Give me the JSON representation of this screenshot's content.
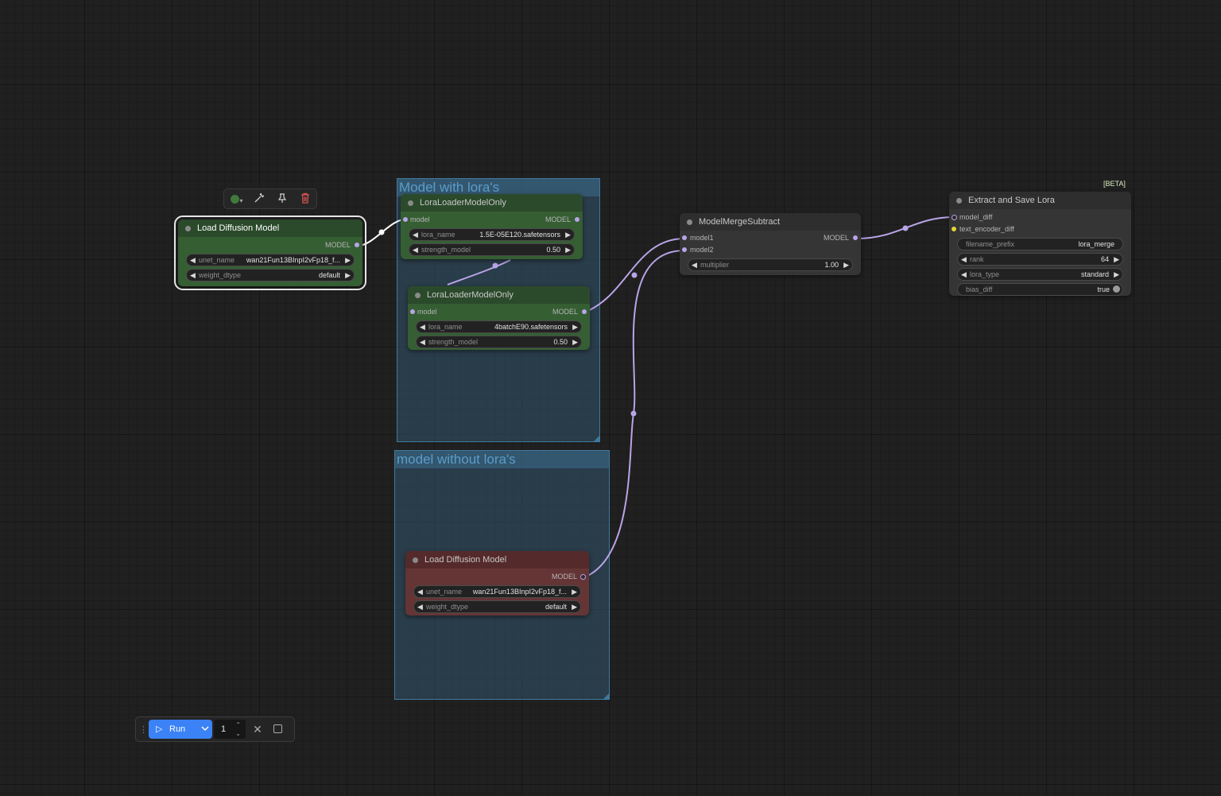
{
  "groups": {
    "with_loras": {
      "title": "Model with lora's"
    },
    "without_loras": {
      "title": "model without lora's"
    }
  },
  "nodes": {
    "load_diffusion_top": {
      "title": "Load Diffusion Model",
      "output": "MODEL",
      "unet_name": {
        "label": "unet_name",
        "value": "wan21Fun13BInpI2vFp18_f..."
      },
      "weight_dtype": {
        "label": "weight_dtype",
        "value": "default"
      }
    },
    "lora_loader_1": {
      "title": "LoraLoaderModelOnly",
      "input": "model",
      "output": "MODEL",
      "lora_name": {
        "label": "lora_name",
        "value": "1.5E-05E120.safetensors"
      },
      "strength_model": {
        "label": "strength_model",
        "value": "0.50"
      }
    },
    "lora_loader_2": {
      "title": "LoraLoaderModelOnly",
      "input": "model",
      "output": "MODEL",
      "lora_name": {
        "label": "lora_name",
        "value": "4batchE90.safetensors"
      },
      "strength_model": {
        "label": "strength_model",
        "value": "0.50"
      }
    },
    "merge_subtract": {
      "title": "ModelMergeSubtract",
      "input1": "model1",
      "input2": "model2",
      "output": "MODEL",
      "multiplier": {
        "label": "multiplier",
        "value": "1.00"
      }
    },
    "extract_lora": {
      "title": "Extract and Save Lora",
      "badge": "[BETA]",
      "input1": "model_diff",
      "input2": "text_encoder_diff",
      "filename_prefix": {
        "label": "filename_prefix",
        "value": "lora_merge"
      },
      "rank": {
        "label": "rank",
        "value": "64"
      },
      "lora_type": {
        "label": "lora_type",
        "value": "standard"
      },
      "bias_diff": {
        "label": "bias_diff",
        "value": "true"
      }
    },
    "load_diffusion_bottom": {
      "title": "Load Diffusion Model",
      "output": "MODEL",
      "unet_name": {
        "label": "unet_name",
        "value": "wan21Fun13BInpI2vFp18_f..."
      },
      "weight_dtype": {
        "label": "weight_dtype",
        "value": "default"
      }
    }
  },
  "toolbar": {
    "color_icon": "color-circle-icon",
    "bypass_icon": "wand-icon",
    "pin_icon": "pin-icon",
    "delete_icon": "trash-icon"
  },
  "run_bar": {
    "run_label": "Run",
    "batch_count": "1"
  },
  "colors": {
    "wire": "#b9a4e8",
    "wire_selected": "#ffffff",
    "group_title": "#5a9cc9",
    "run_button": "#3b82f6",
    "delete_icon": "#e05555"
  }
}
